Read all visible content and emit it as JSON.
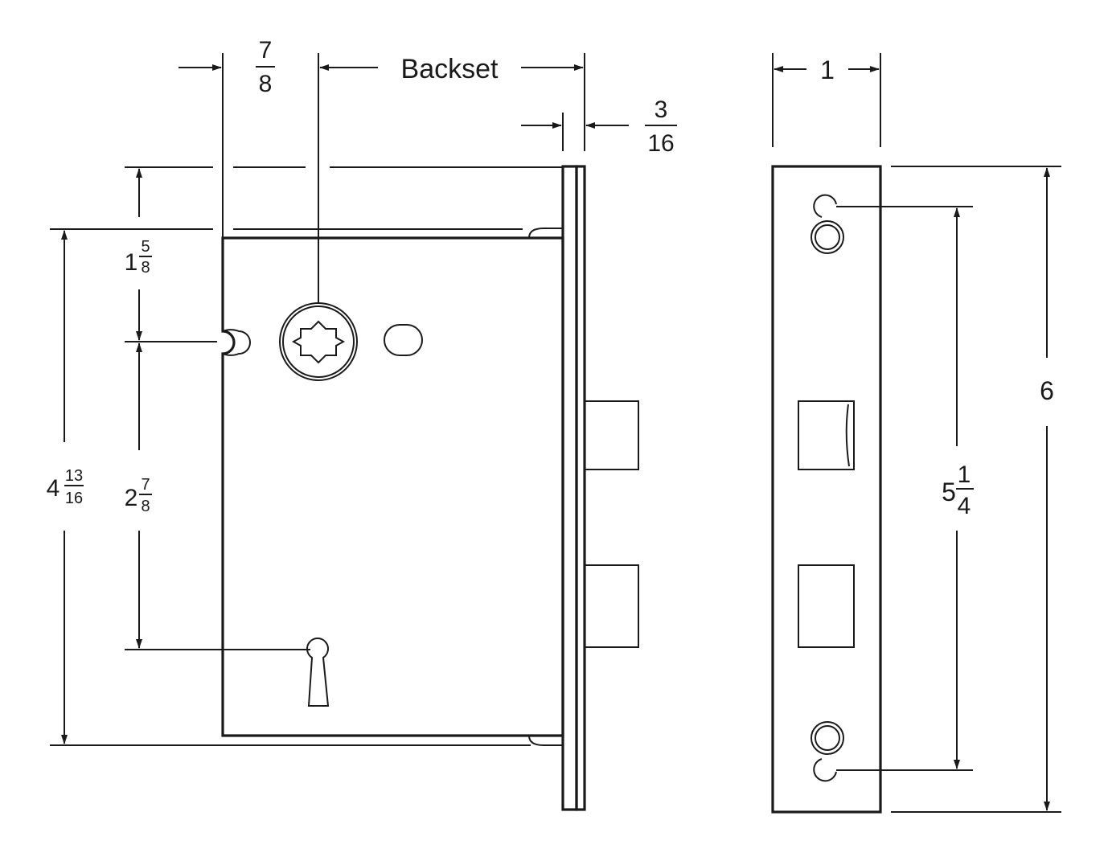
{
  "dimensions": {
    "backset_label": "Backset",
    "offset_7_8": {
      "num": "7",
      "den": "8"
    },
    "front_3_16": {
      "num": "3",
      "den": "16"
    },
    "top_1_5_8": {
      "whole": "1",
      "num": "5",
      "den": "8"
    },
    "spindle_to_key_2_7_8": {
      "whole": "2",
      "num": "7",
      "den": "8"
    },
    "case_height_4_13_16": {
      "whole": "4",
      "num": "13",
      "den": "16"
    },
    "faceplate_width": "1",
    "screw_spacing_5_1_4": {
      "whole": "5",
      "num": "1",
      "den": "4"
    },
    "faceplate_height": "6"
  },
  "colors": {
    "line": "#1a1a1a",
    "background": "#ffffff"
  }
}
